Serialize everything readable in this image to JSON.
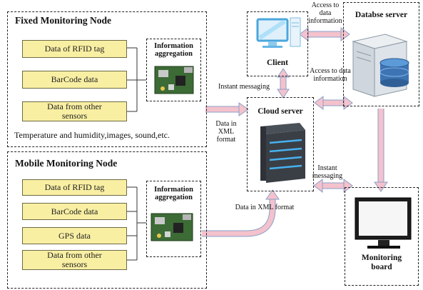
{
  "fixed_node": {
    "title": "Fixed Monitoring Node",
    "items": [
      "Data of RFID tag",
      "BarCode data",
      "Data from other sensors"
    ],
    "aggregation": "Information aggregation",
    "footnote": "Temperature and humidity,images, sound,etc."
  },
  "mobile_node": {
    "title": "Mobile Monitoring Node",
    "items": [
      "Data of RFID tag",
      "BarCode data",
      "GPS data",
      "Data from other sensors"
    ],
    "aggregation": "Information aggregation"
  },
  "client": {
    "label": "Client"
  },
  "cloud": {
    "label": "Cloud server"
  },
  "database": {
    "label": "Databse server"
  },
  "monitor": {
    "label": "Monitoring board"
  },
  "edges": {
    "xml_fixed": "Data in XML format",
    "xml_mobile": "Data in XML format",
    "instant_client": "Instant messaging",
    "instant_monitor": "Instant messaging",
    "access_client": "Access to data information",
    "access_cloud": "Access to data information"
  }
}
